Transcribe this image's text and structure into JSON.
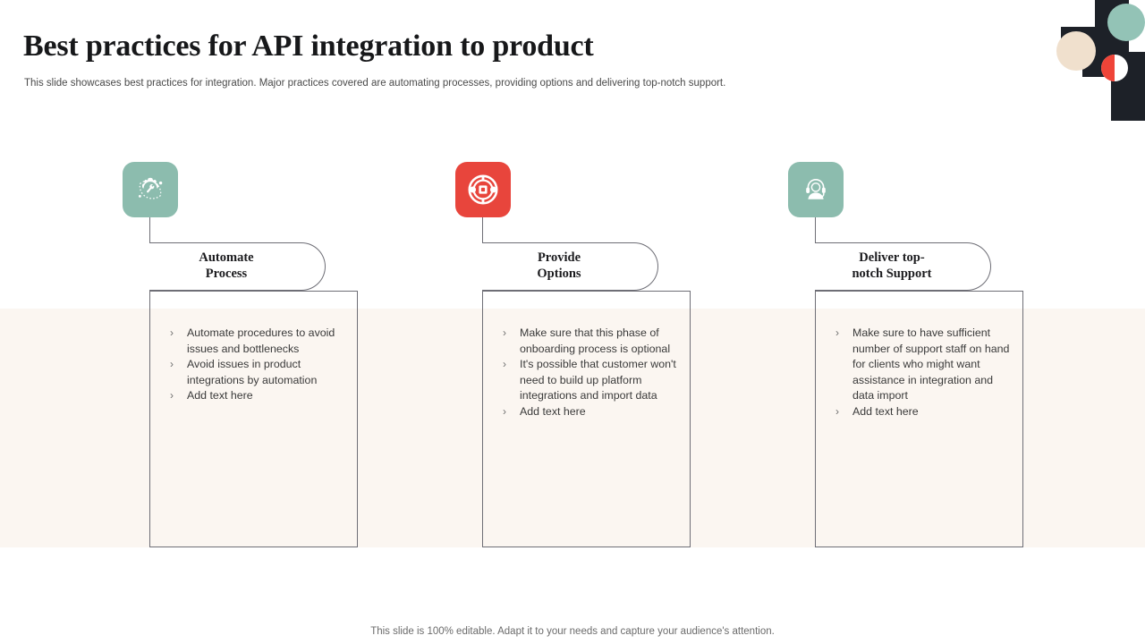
{
  "slide": {
    "title": "Best practices for API integration to product",
    "subtitle": "This slide showcases best practices for integration. Major practices covered are automating processes, providing options and delivering top-notch support.",
    "footer": "This slide is 100% editable. Adapt it to your needs and capture your audience's attention."
  },
  "theme": {
    "teal": "#8cbcae",
    "red": "#e8453c",
    "dark": "#1d2128",
    "sand": "#f0e0cd",
    "band": "#fbf6f1",
    "outline": "#6e6e76"
  },
  "columns": [
    {
      "icon": "gear-wrench-icon",
      "badge_color": "#8cbcae",
      "heading": "Automate\nProcess",
      "bullets": [
        "Automate procedures to avoid issues and bottlenecks",
        "Avoid issues in product integrations by automation",
        "Add text here"
      ]
    },
    {
      "icon": "life-buoy-icon",
      "badge_color": "#e8453c",
      "heading": "Provide\nOptions",
      "bullets": [
        "Make sure that this phase of onboarding process is optional",
        "It's possible that customer won't need to build up platform integrations and import data",
        "Add text here"
      ]
    },
    {
      "icon": "support-headset-icon",
      "badge_color": "#8cbcae",
      "heading": "Deliver top-\nnotch Support",
      "bullets": [
        "Make sure to have sufficient number of support staff on hand for clients who might want assistance in integration and data import",
        "Add text here"
      ]
    }
  ],
  "bullet_marker": "›"
}
